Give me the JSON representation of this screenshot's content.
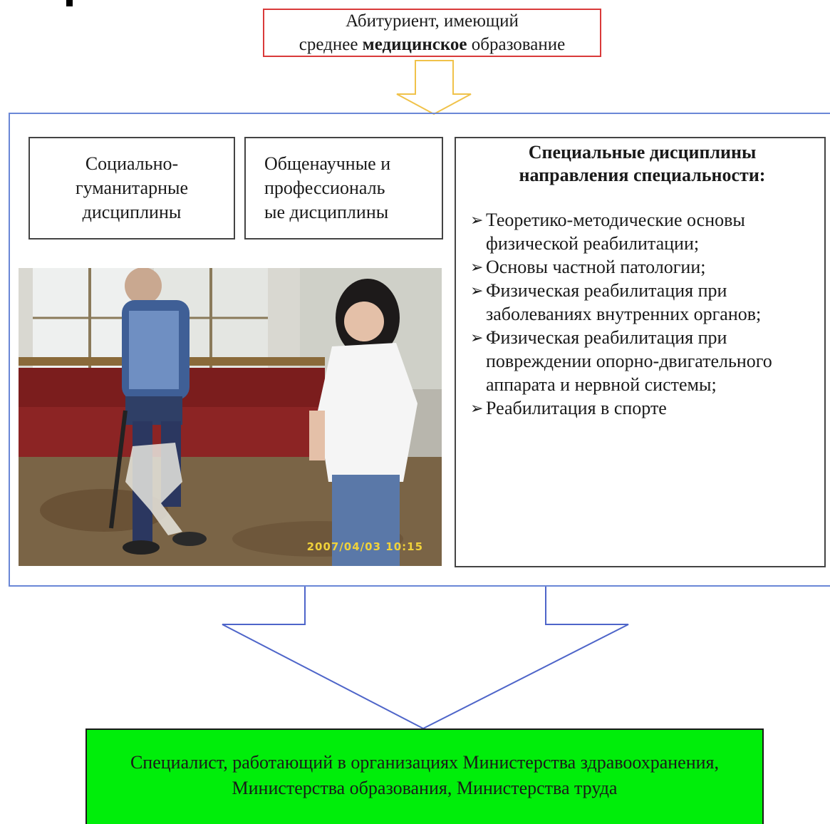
{
  "top_box": {
    "line1": "Абитуриент, имеющий",
    "line2_prefix": "среднее",
    "line2_bold": "медицинское",
    "line2_suffix": "образование"
  },
  "boxes": {
    "social": [
      "Социально-",
      "гуманитарные",
      "дисциплины"
    ],
    "general": [
      "Общенаучные и",
      "профессиональ",
      "ые дисциплины"
    ]
  },
  "special": {
    "title_line1": "Специальные дисциплины",
    "title_line2": "направления специальности:",
    "items": [
      "Теоретико-методические основы физической реабилитации;",
      "Основы частной патологии;",
      "Физическая реабилитация при заболеваниях внутренних органов;",
      "Физическая реабилитация при повреждении опорно-двигательного аппарата и нервной системы;",
      "Реабилитация в спорте"
    ]
  },
  "photo": {
    "timestamp": "2007/04/03 10:15"
  },
  "bottom_box": {
    "line1": "Специалист, работающий в организациях Министерства здравоохранения,",
    "line2": "Министерства образования, Министерства труда"
  },
  "colors": {
    "top_border": "#d93a3a",
    "frame_border": "#6a87d6",
    "top_arrow": "#f0c24a",
    "bottom_fill": "#00ee0a"
  }
}
